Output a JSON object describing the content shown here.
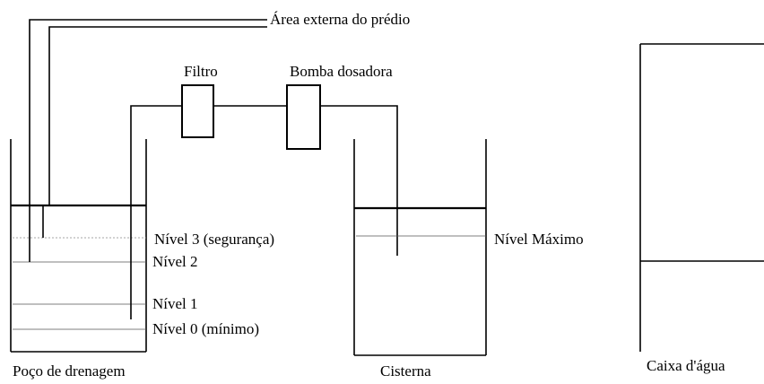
{
  "labels": {
    "external_area": "Área externa do prédio",
    "filter": "Filtro",
    "dosing_pump": "Bomba dosadora",
    "level_3": "Nível 3 (segurança)",
    "level_2": "Nível 2",
    "level_1": "Nível 1",
    "level_0": "Nível 0 (mínimo)",
    "max_level": "Nível Máximo",
    "drain_well": "Poço de drenagem",
    "cistern": "Cisterna",
    "water_tank": "Caixa d'água"
  }
}
